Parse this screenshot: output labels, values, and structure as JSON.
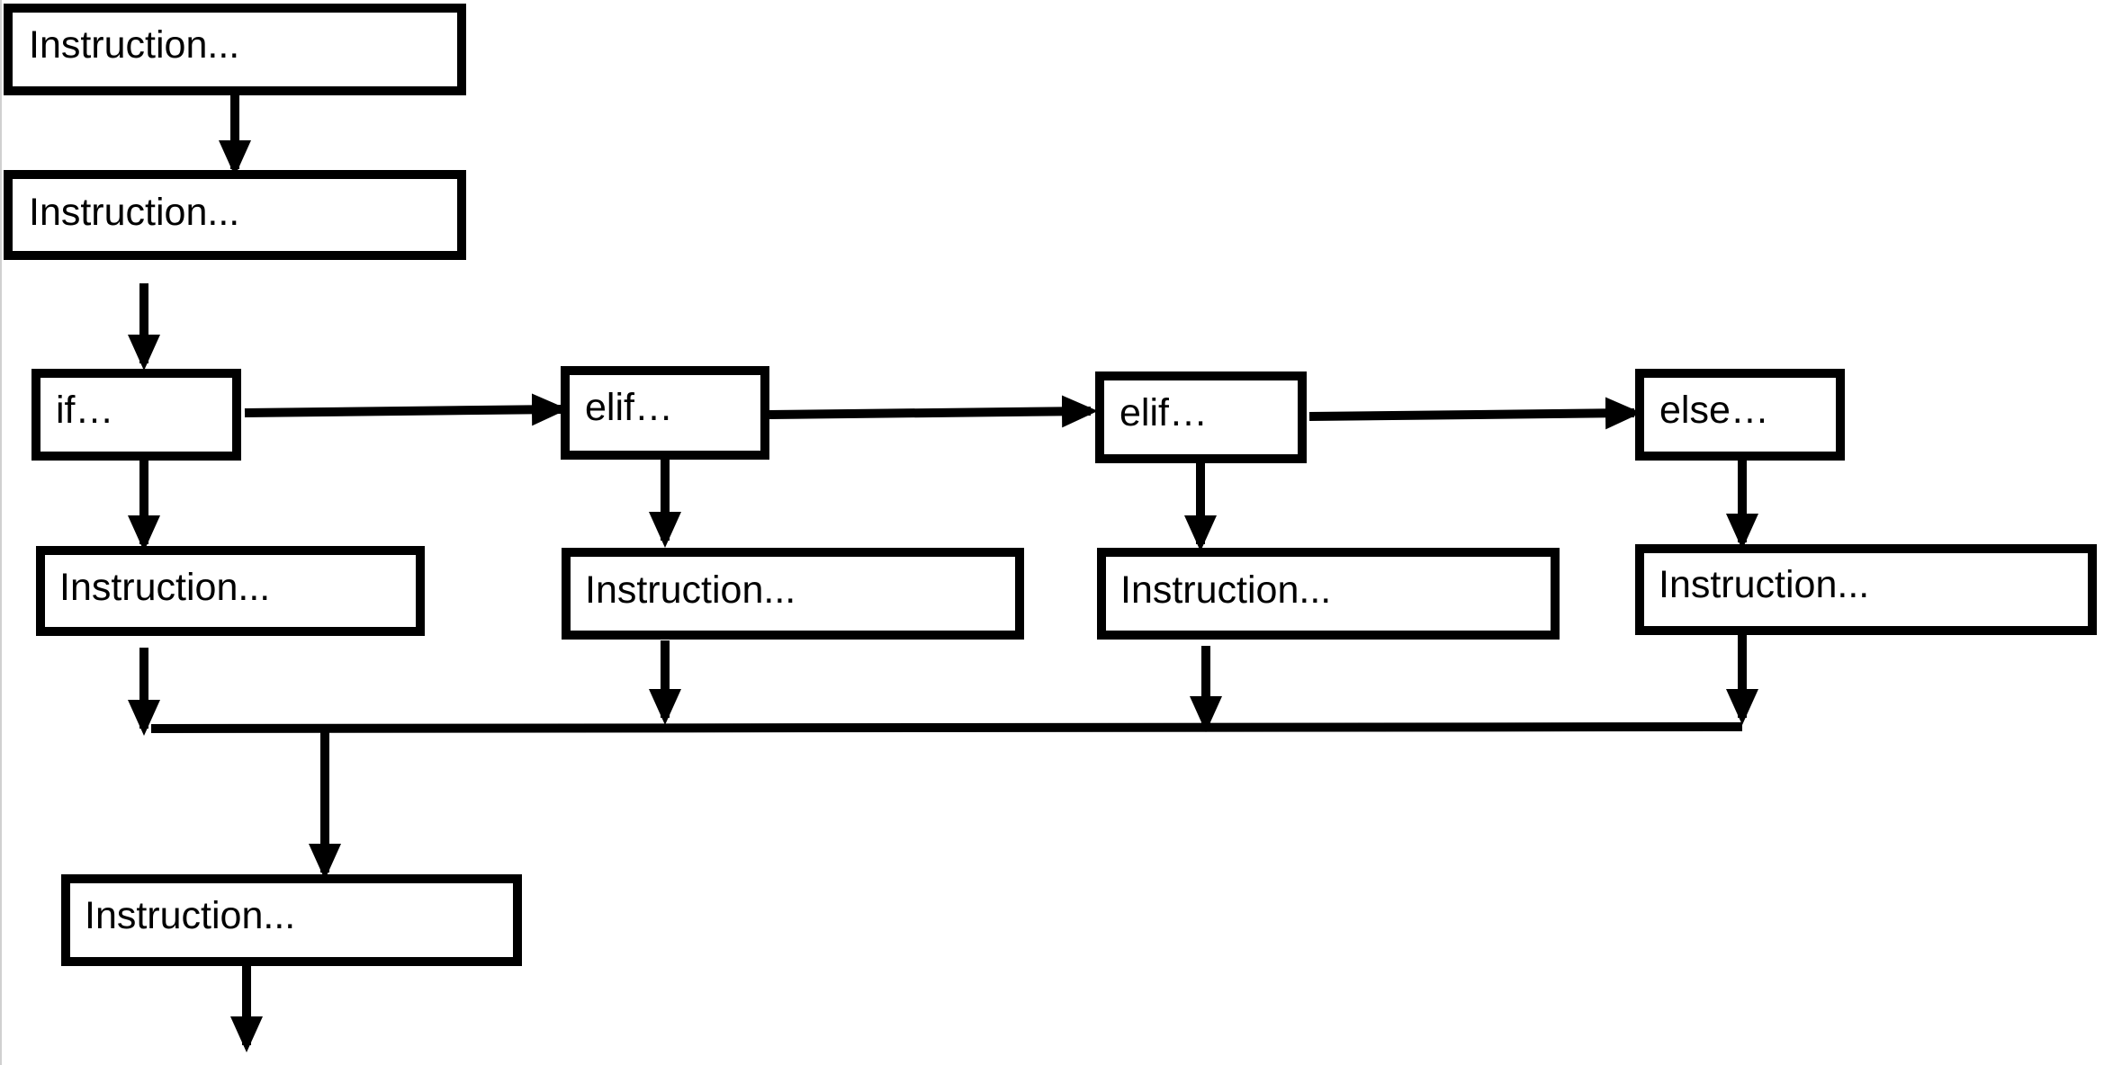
{
  "diagram": {
    "nodes": {
      "start_instruction_1": "Instruction...",
      "start_instruction_2": "Instruction...",
      "if_condition": "if…",
      "elif_condition_1": "elif…",
      "elif_condition_2": "elif…",
      "else_condition": "else…",
      "if_branch_instruction": "Instruction...",
      "elif_branch_instruction_1": "Instruction...",
      "elif_branch_instruction_2": "Instruction...",
      "else_branch_instruction": "Instruction...",
      "end_instruction": "Instruction..."
    }
  }
}
